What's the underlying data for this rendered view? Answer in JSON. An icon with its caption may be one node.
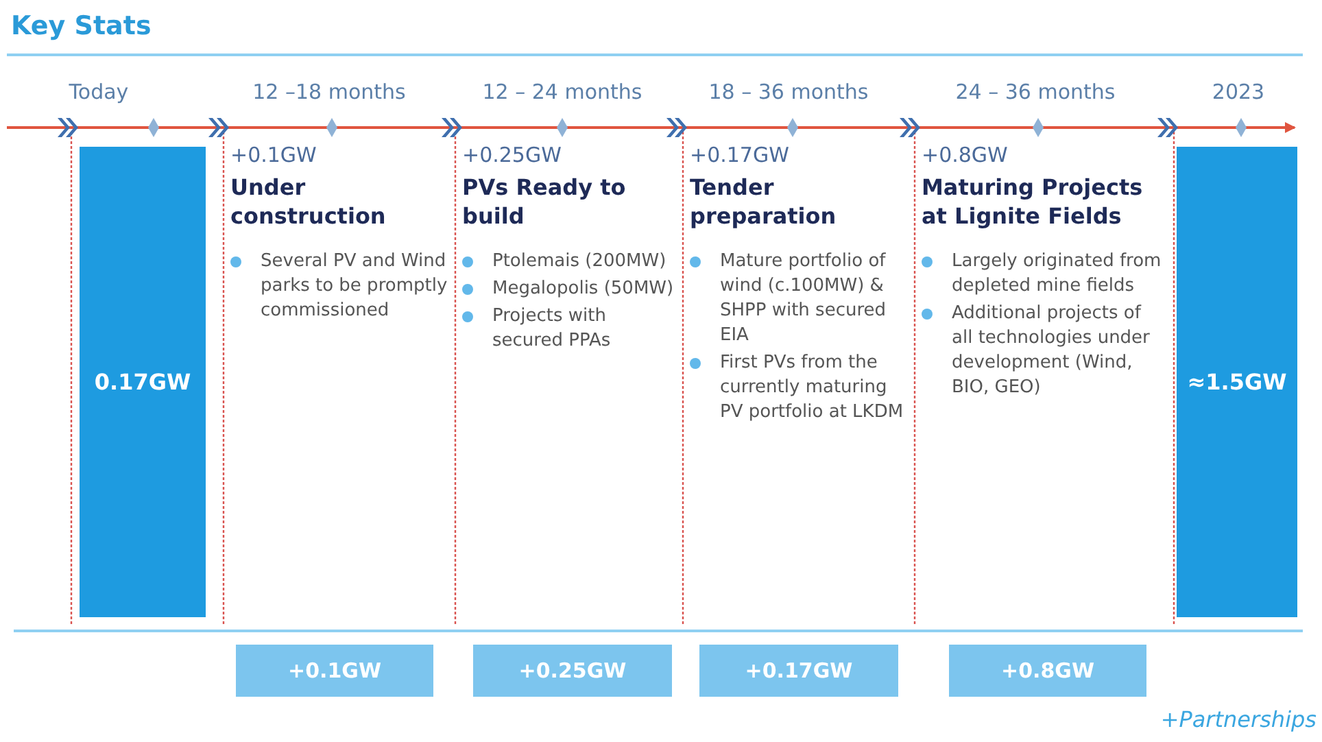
{
  "diagram": {
    "title": "Key Stats",
    "nodes": [
      {
        "text": [
          "0.17GW"
        ]
      },
      {
        "text": [
          "≈1.5GW"
        ]
      },
      {
        "text": [
          "+0.1GW"
        ]
      },
      {
        "text": [
          "+0.25GW"
        ]
      },
      {
        "text": [
          "+0.17GW"
        ]
      },
      {
        "text": [
          "+0.8GW"
        ]
      }
    ],
    "labels": [
      "Today",
      "12 –18 months",
      "12 – 24 months",
      "18 – 36 months",
      "24 – 36 months",
      "2023",
      "+0.1GW",
      "Under construction",
      "Several PV and Wind parks to be promptly commissioned",
      "+0.25GW",
      "PVs Ready to build",
      "Ptolemais (200MW)",
      "Megalopolis (50MW)",
      "Projects with secured PPAs",
      "+0.17GW",
      "Tender preparation",
      "Mature portfolio of wind (c.100MW) & SHPP with secured EIA",
      "First PVs from the currently maturing PV portfolio at LKDM",
      "+0.8GW",
      "Maturing Projects at Lignite Fields",
      "Largely originated from depleted mine fields",
      "Additional projects of all technologies under development (Wind, BIO, GEO)",
      "+Partnerships"
    ]
  }
}
